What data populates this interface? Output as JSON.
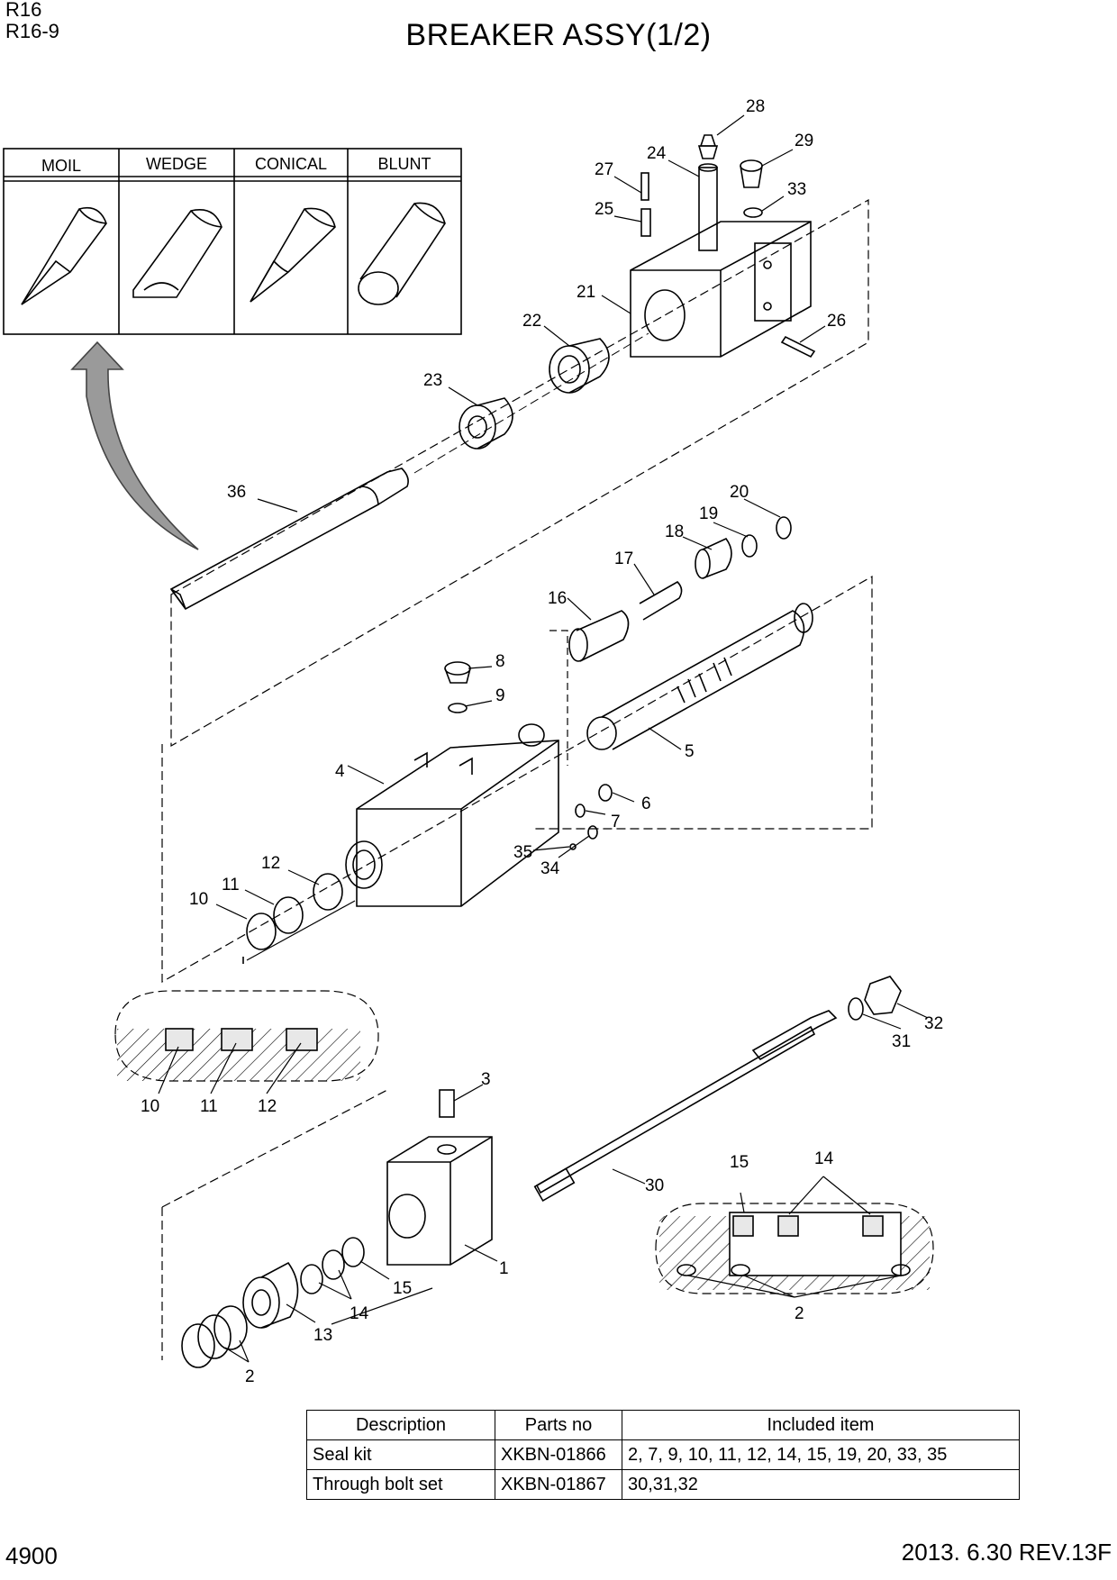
{
  "header": {
    "model": "R16",
    "submodel": "R16-9",
    "title": "BREAKER ASSY(1/2)"
  },
  "footer": {
    "page": "4900",
    "date_rev": "2013. 6.30  REV.13F"
  },
  "tip_types": [
    "MOIL",
    "WEDGE",
    "CONICAL",
    "BLUNT"
  ],
  "part_labels": [
    "28",
    "29",
    "27",
    "24",
    "33",
    "25",
    "21",
    "26",
    "22",
    "23",
    "36",
    "20",
    "19",
    "18",
    "17",
    "16",
    "8",
    "9",
    "5",
    "4",
    "6",
    "7",
    "35",
    "34",
    "12",
    "11",
    "10",
    "10",
    "11",
    "12",
    "3",
    "32",
    "31",
    "30",
    "15",
    "14",
    "1",
    "15",
    "14",
    "13",
    "2",
    "2"
  ],
  "kit_table": {
    "headers": [
      "Description",
      "Parts no",
      "Included item"
    ],
    "rows": [
      [
        "Seal kit",
        "XKBN-01866",
        "2, 7, 9, 10, 11, 12, 14, 15, 19, 20, 33, 35"
      ],
      [
        "Through bolt set",
        "XKBN-01867",
        "30,31,32"
      ]
    ]
  }
}
